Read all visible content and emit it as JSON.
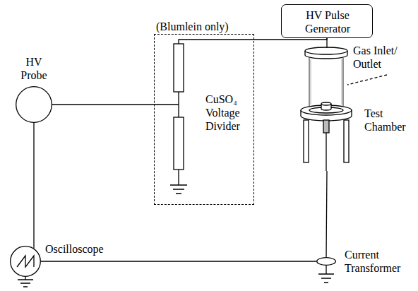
{
  "diagram": {
    "nodes": [
      {
        "text": [
          "HV Pulse Generator"
        ]
      },
      {
        "text": [
          "HV Probe"
        ]
      },
      {
        "text": [
          "(Blumlein only)",
          "CuSO₄ Voltage Divider"
        ]
      },
      {
        "text": [
          "Test Chamber"
        ]
      },
      {
        "text": [
          "Oscilloscope"
        ]
      },
      {
        "text": [
          "Current Transformer"
        ]
      }
    ],
    "edges": [
      {
        "from": 0,
        "to": 3,
        "arrow": "none"
      },
      {
        "from": 0,
        "to": 2,
        "arrow": "none"
      },
      {
        "from": 1,
        "to": 2,
        "arrow": "none"
      },
      {
        "from": 1,
        "to": 4,
        "arrow": "none"
      },
      {
        "from": 4,
        "to": 5,
        "arrow": "none"
      },
      {
        "from": 3,
        "to": 5,
        "arrow": "none"
      }
    ],
    "labels": [
      "Gas Inlet/ Outlet"
    ]
  }
}
